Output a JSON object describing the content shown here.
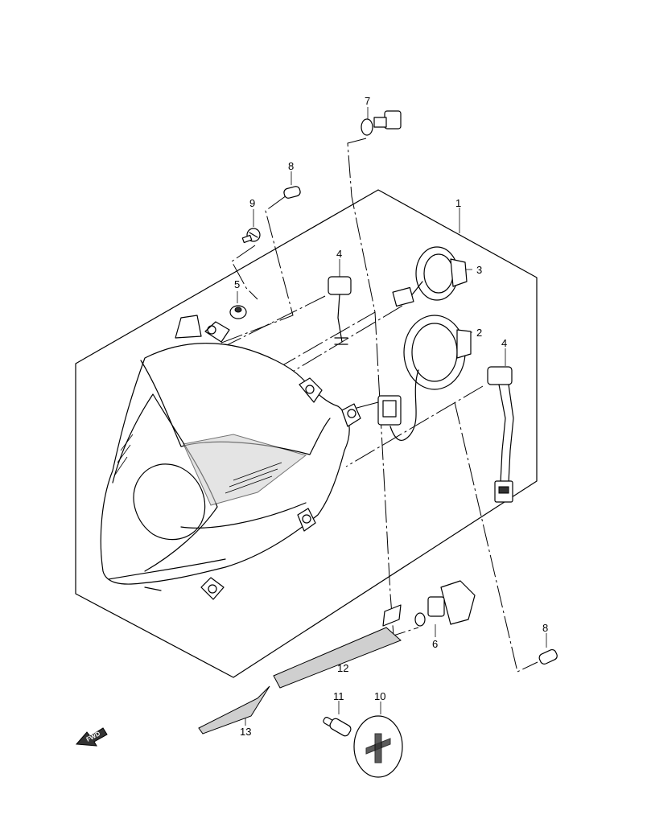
{
  "callouts": {
    "c1": "1",
    "c2": "2",
    "c3": "3",
    "c4a": "4",
    "c4b": "4",
    "c5": "5",
    "c6": "6",
    "c7": "7",
    "c8a": "8",
    "c8b": "8",
    "c9": "9",
    "c10": "10",
    "c11": "11",
    "c12": "12",
    "c13": "13"
  },
  "direction_badge": {
    "label": "FWD"
  }
}
